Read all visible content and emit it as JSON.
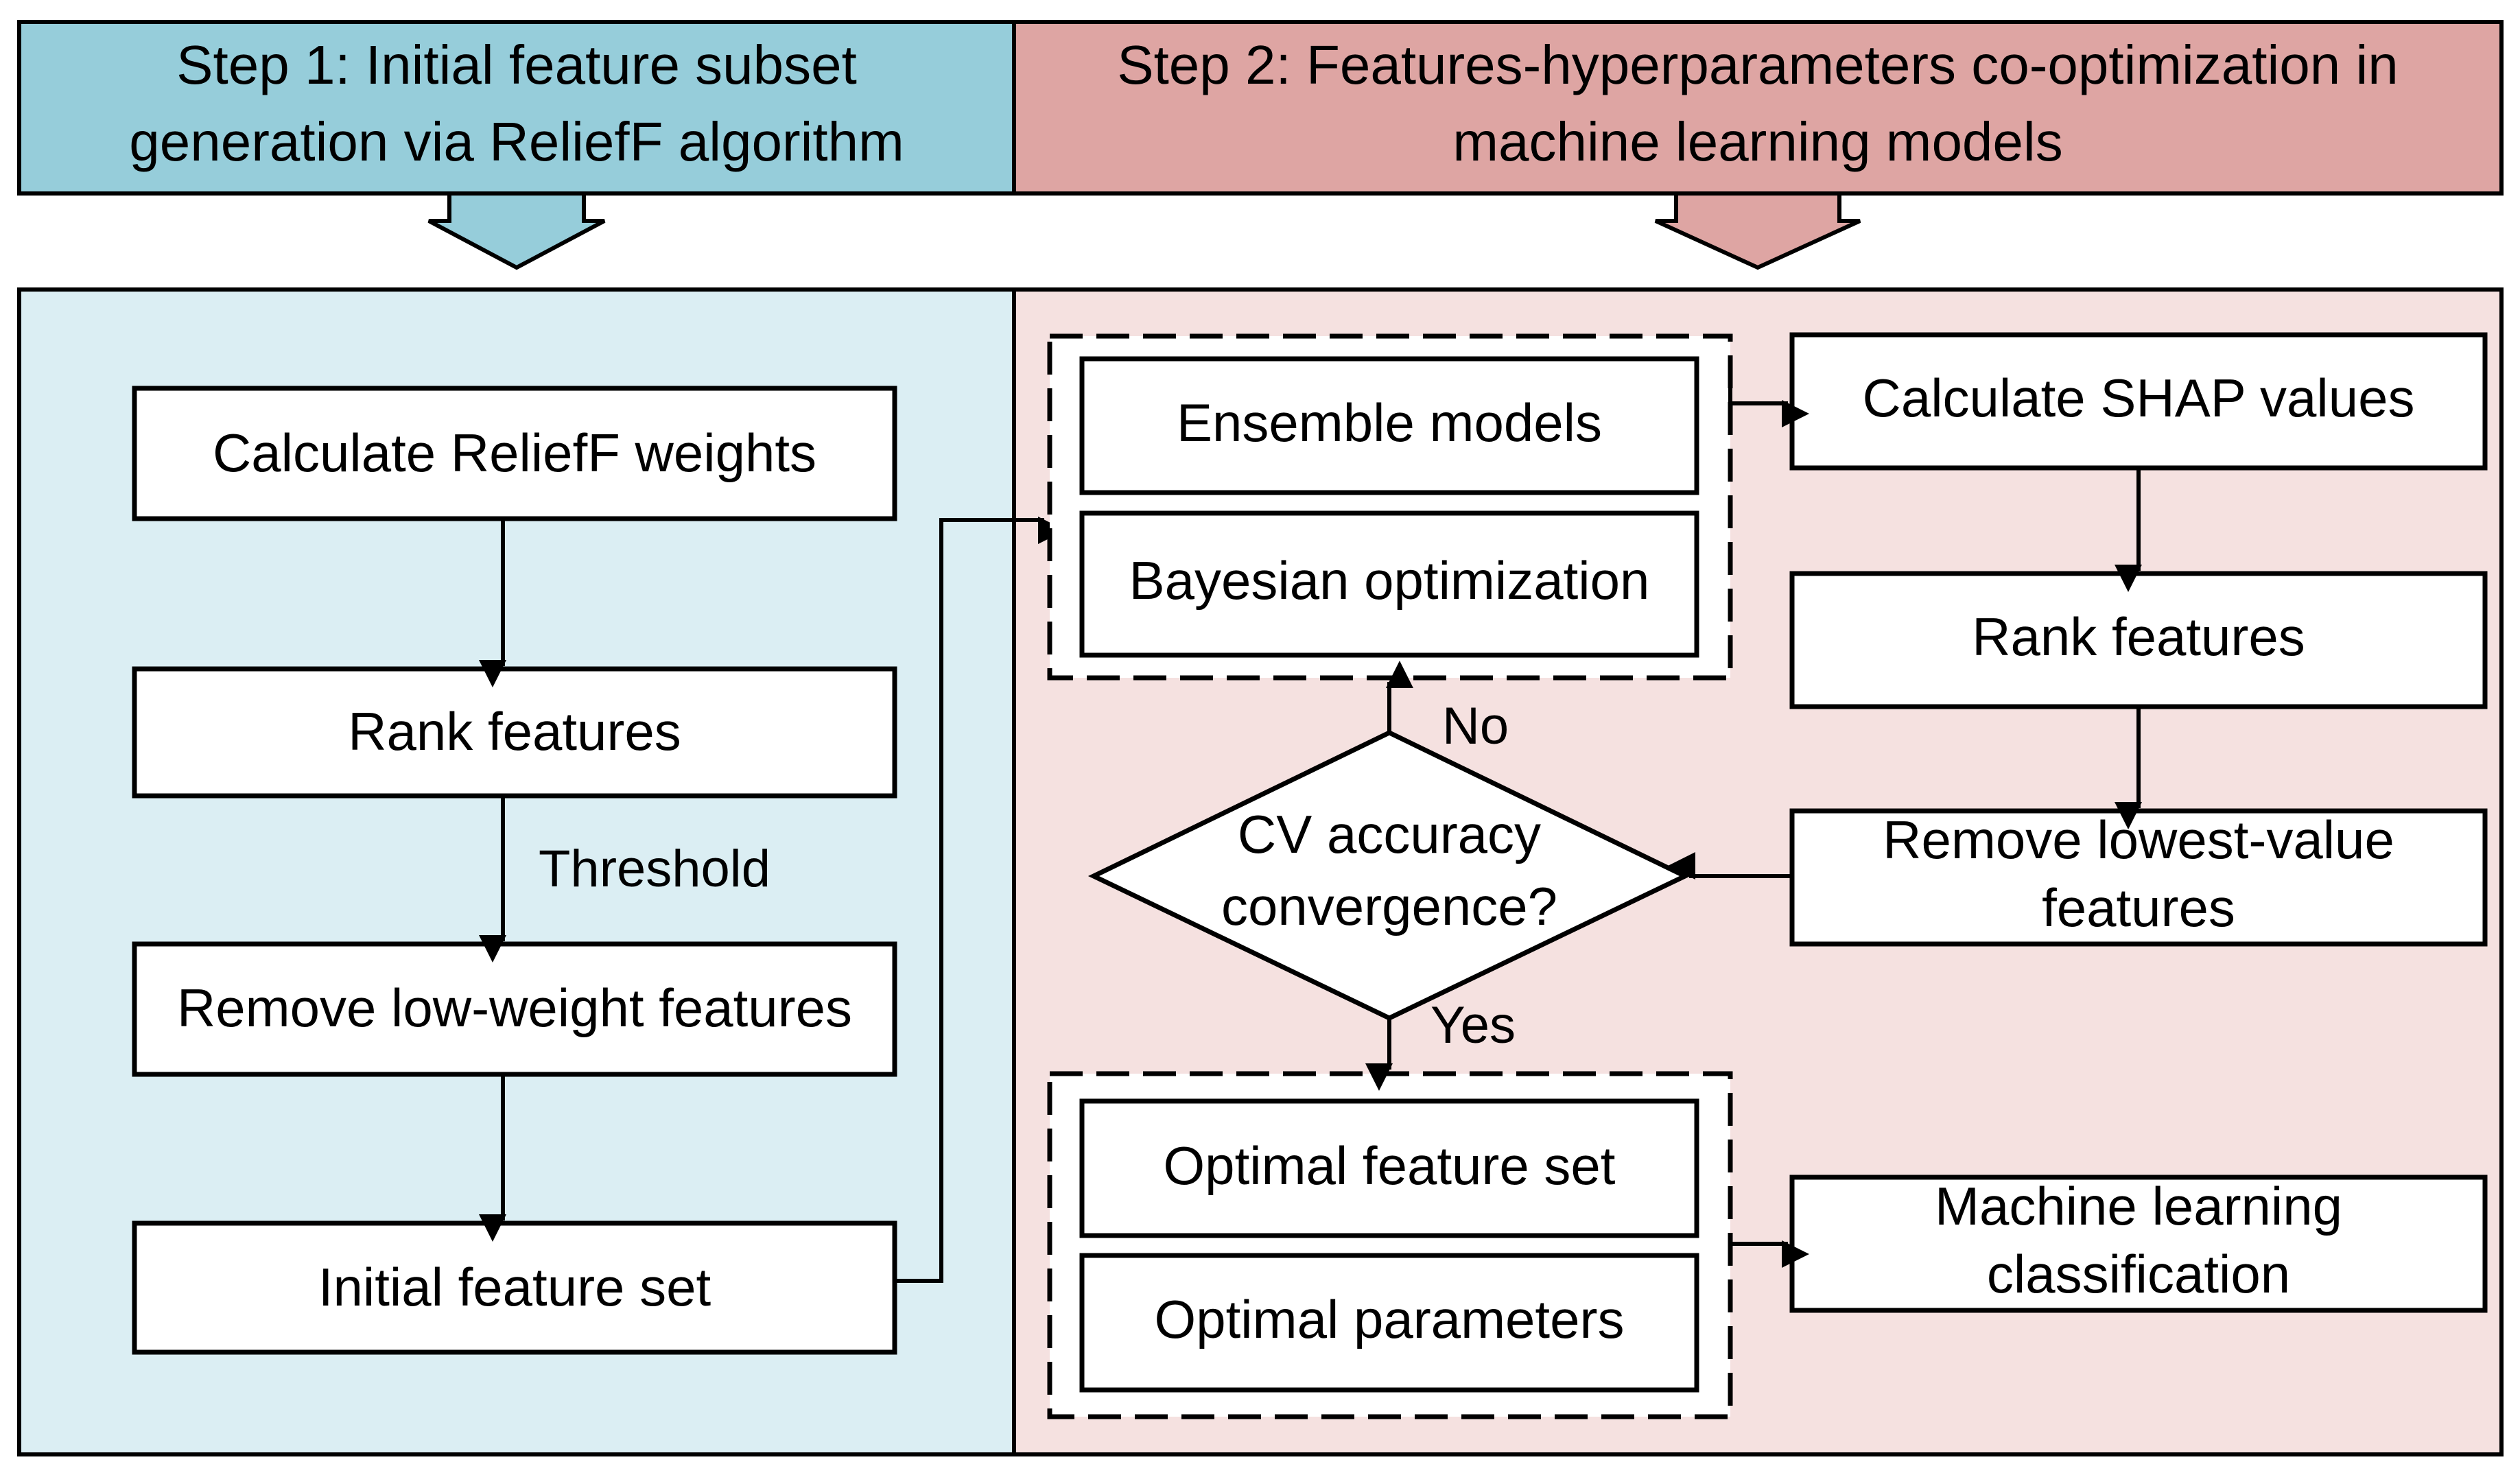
{
  "colors": {
    "step1_header": "#96cdda",
    "step1_panel": "#dbeef3",
    "step2_header": "#dea5a3",
    "step2_panel": "#f5e1e0",
    "line": "#000000",
    "box_fill": "#ffffff"
  },
  "step1": {
    "header_line1": "Step 1: Initial feature subset",
    "header_line2": "generation via ReliefF algorithm",
    "calc_weights": "Calculate ReliefF weights",
    "rank_features": "Rank features",
    "threshold_label": "Threshold",
    "remove_low_weight": "Remove low-weight features",
    "initial_feature_set": "Initial feature set"
  },
  "step2": {
    "header_line1": "Step 2: Features-hyperparameters co-optimization in",
    "header_line2": "machine learning models",
    "ensemble_models": "Ensemble models",
    "bayesian_optimization": "Bayesian optimization",
    "calc_shap": "Calculate SHAP values",
    "rank_features": "Rank features",
    "remove_lowest_line1": "Remove lowest-value",
    "remove_lowest_line2": "features",
    "decision_line1": "CV accuracy",
    "decision_line2": "convergence?",
    "no_label": "No",
    "yes_label": "Yes",
    "optimal_feature_set": "Optimal feature set",
    "optimal_parameters": "Optimal parameters",
    "ml_class_line1": "Machine learning",
    "ml_class_line2": "classification"
  }
}
